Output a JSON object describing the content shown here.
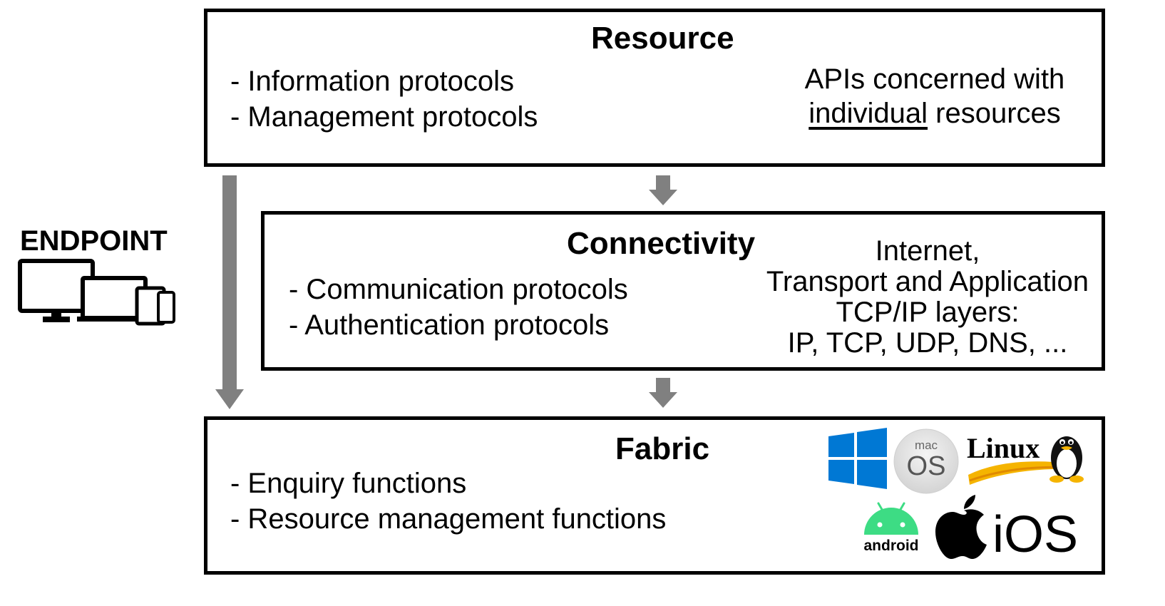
{
  "endpoint": {
    "label": "ENDPOINT",
    "icon": "devices-icon"
  },
  "layers": {
    "resource": {
      "title": "Resource",
      "items": [
        "- Information protocols",
        "- Management protocols"
      ],
      "note_line1": "APIs concerned with",
      "note_line2_underlined": "individual",
      "note_line2_rest": " resources"
    },
    "connectivity": {
      "title": "Connectivity",
      "items": [
        "- Communication protocols",
        "- Authentication protocols"
      ],
      "note_lines": [
        "Internet,",
        "Transport and Application",
        "TCP/IP layers:",
        "IP, TCP, UDP, DNS, ..."
      ]
    },
    "fabric": {
      "title": "Fabric",
      "items": [
        "- Enquiry functions",
        "- Resource management functions"
      ],
      "logos": {
        "macos_small": "mac",
        "macos_big": "OS",
        "linux": "Linux",
        "android": "android",
        "ios": "iOS"
      }
    }
  },
  "colors": {
    "arrow": "#808080",
    "border": "#000000",
    "android": "#3ddc84",
    "windows": "#0078d4"
  }
}
